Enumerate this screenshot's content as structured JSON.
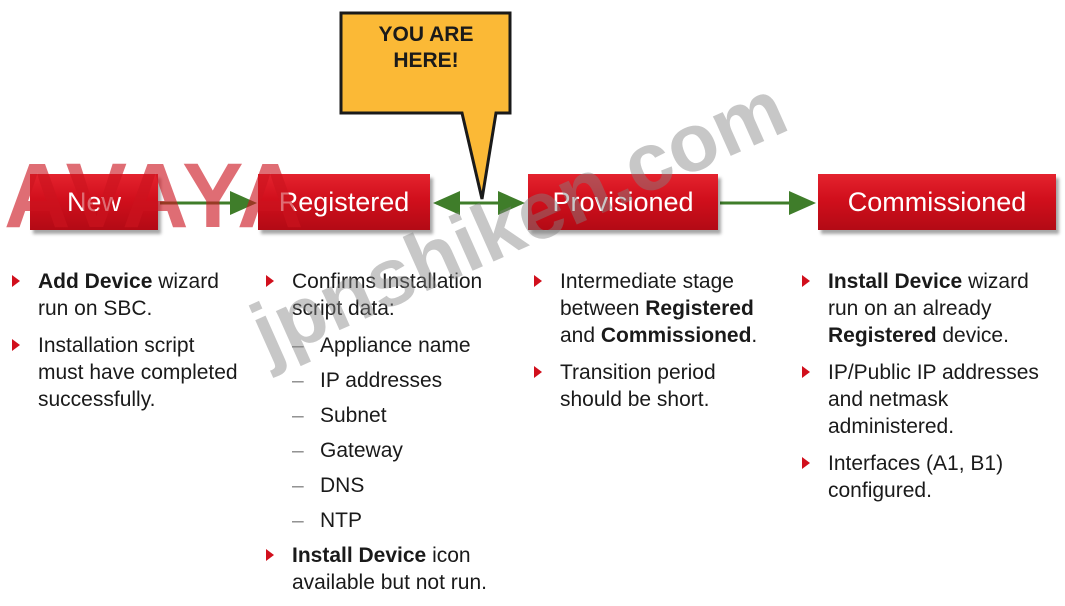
{
  "callout": {
    "line1": "YOU ARE",
    "line2": "HERE!"
  },
  "stages": {
    "new": "New",
    "registered": "Registered",
    "provisioned": "Provisioned",
    "commissioned": "Commissioned"
  },
  "watermarks": {
    "logo": "AVAYA",
    "site": "jpnshiken.com"
  },
  "colors": {
    "stage_red": "#d10f1c",
    "callout_yellow": "#fbb936",
    "arrow_green": "#3f7d2a",
    "bullet_red": "#d10f1c"
  },
  "new": {
    "b1_bold": "Add Device",
    "b1_rest": " wizard run on SBC.",
    "b2": "Installation script must have completed successfully."
  },
  "registered": {
    "b1": "Confirms Installation script data:",
    "subs": [
      "Appliance name",
      "IP addresses",
      "Subnet",
      "Gateway",
      "DNS",
      "NTP"
    ],
    "dash": "–",
    "b2_bold": "Install Device",
    "b2_rest": " icon available but not run."
  },
  "provisioned": {
    "b1_pre": "Intermediate stage between ",
    "b1_bold1": "Registered",
    "b1_mid": " and ",
    "b1_bold2": "Commissioned",
    "b1_end": ".",
    "b2": "Transition period should be short."
  },
  "commissioned": {
    "b1_bold": "Install Device",
    "b1_rest": " wizard run on an already ",
    "b1_bold2": "Registered",
    "b1_end": " device.",
    "b2": "IP/Public IP addresses and netmask administered.",
    "b3": "Interfaces (A1, B1) configured."
  }
}
